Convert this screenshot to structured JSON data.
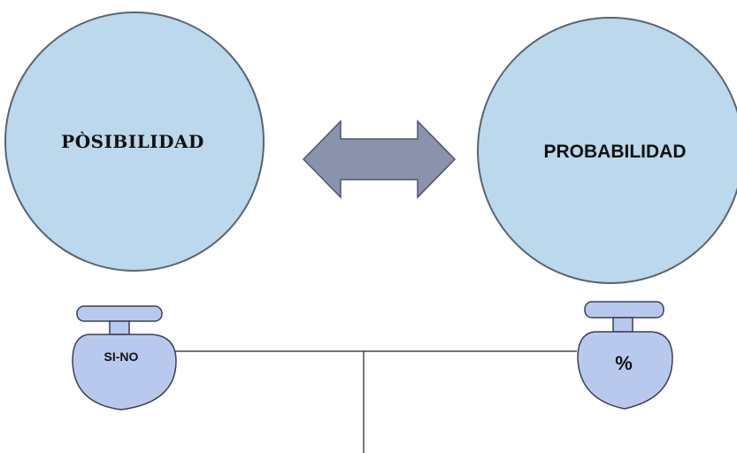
{
  "nodes": {
    "left_circle": {
      "label": "PÒSIBILIDAD"
    },
    "right_circle": {
      "label": "PROBABILIDAD"
    },
    "left_knob": {
      "label": "SI-NO"
    },
    "right_knob": {
      "label": "%"
    }
  },
  "connector": {
    "type": "double-headed-arrow"
  },
  "colors": {
    "circle_fill": "#bcd8ec",
    "circle_stroke": "#5a6470",
    "arrow_fill": "#8a93ab",
    "knob_fill": "#b9c9ee",
    "knob_stroke": "#3a3f55",
    "line": "#222222"
  }
}
